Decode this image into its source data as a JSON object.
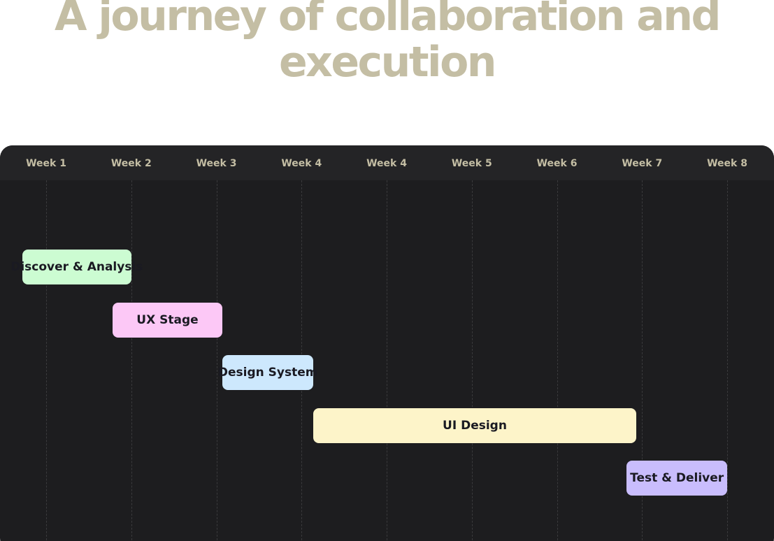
{
  "title": "A journey of collaboration and execution",
  "chart_data": {
    "type": "gantt",
    "title": "A journey of collaboration and execution",
    "columns": [
      "Week 1",
      "Week 2",
      "Week 3",
      "Week 4",
      "Week 4",
      "Week 5",
      "Week 6",
      "Week 7",
      "Week 8"
    ],
    "tasks": [
      {
        "name": "Discover & Analysis",
        "start": -0.28,
        "end": 1.0,
        "color": "#ccfcd2"
      },
      {
        "name": "UX Stage",
        "start": 0.78,
        "end": 2.07,
        "color": "#fcc8f6"
      },
      {
        "name": "Design System",
        "start": 2.07,
        "end": 3.14,
        "color": "#cde8fd"
      },
      {
        "name": "UI Design",
        "start": 3.14,
        "end": 6.93,
        "color": "#fdf4c9"
      },
      {
        "name": "Test & Deliver",
        "start": 6.82,
        "end": 8.0,
        "color": "#c9bdfd"
      }
    ]
  }
}
